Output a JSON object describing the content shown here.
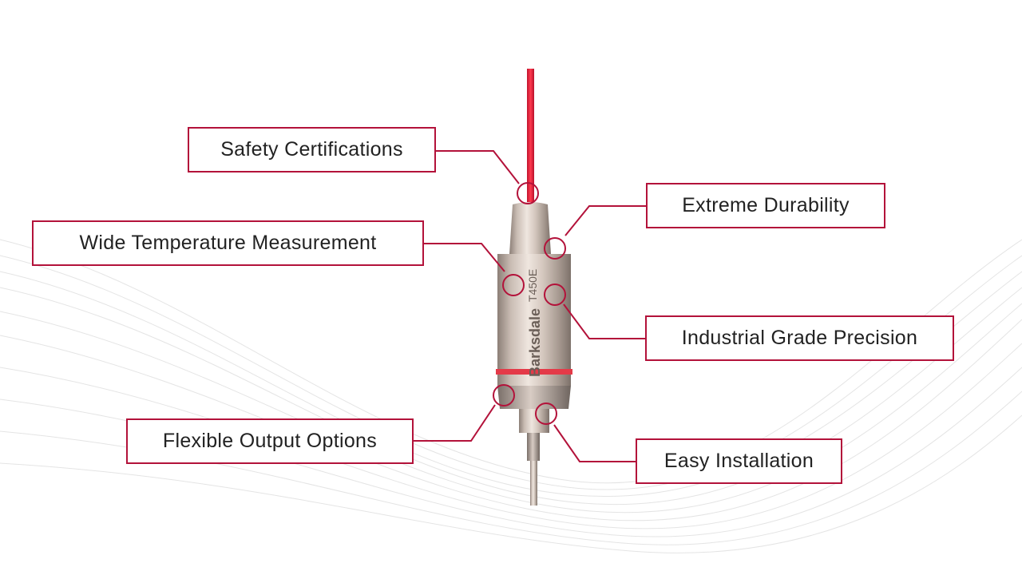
{
  "diagram": {
    "brand_color": "#b3123a",
    "product_marking": {
      "brand": "Barksdale",
      "model": "T450E"
    },
    "callouts": [
      {
        "id": "safety",
        "label": "Safety Certifications"
      },
      {
        "id": "durability",
        "label": "Extreme Durability"
      },
      {
        "id": "widetemp",
        "label": "Wide Temperature Measurement"
      },
      {
        "id": "precision",
        "label": "Industrial Grade Precision"
      },
      {
        "id": "output",
        "label": "Flexible Output Options"
      },
      {
        "id": "install",
        "label": "Easy Installation"
      }
    ]
  }
}
